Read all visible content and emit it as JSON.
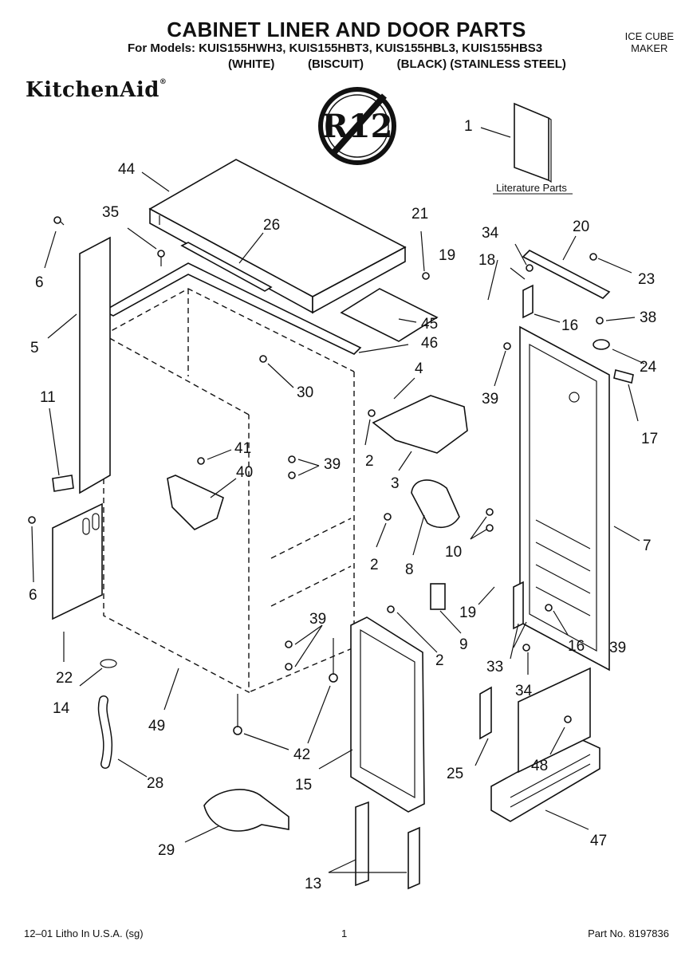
{
  "header": {
    "title": "CABINET LINER AND DOOR PARTS",
    "models_line": "For Models: KUIS155HWH3, KUIS155HBT3, KUIS155HBL3, KUIS155HBS3",
    "variants_line": "(WHITE)          (BISCUIT)          (BLACK) (STAINLESS STEEL)",
    "category_line1": "ICE CUBE",
    "category_line2": "MAKER"
  },
  "brand": {
    "logo": "KitchenAid",
    "reg": "®"
  },
  "badge": {
    "text": "R12"
  },
  "literature_label": "Literature Parts",
  "callouts": [
    {
      "id": "c1",
      "text": "1"
    },
    {
      "id": "c2a",
      "text": "2"
    },
    {
      "id": "c2b",
      "text": "2"
    },
    {
      "id": "c2c",
      "text": "2"
    },
    {
      "id": "c3",
      "text": "3"
    },
    {
      "id": "c4",
      "text": "4"
    },
    {
      "id": "c5",
      "text": "5"
    },
    {
      "id": "c6a",
      "text": "6"
    },
    {
      "id": "c6b",
      "text": "6"
    },
    {
      "id": "c7",
      "text": "7"
    },
    {
      "id": "c8",
      "text": "8"
    },
    {
      "id": "c9",
      "text": "9"
    },
    {
      "id": "c10",
      "text": "10"
    },
    {
      "id": "c11",
      "text": "11"
    },
    {
      "id": "c13",
      "text": "13"
    },
    {
      "id": "c14",
      "text": "14"
    },
    {
      "id": "c15",
      "text": "15"
    },
    {
      "id": "c16a",
      "text": "16"
    },
    {
      "id": "c16b",
      "text": "16"
    },
    {
      "id": "c17",
      "text": "17"
    },
    {
      "id": "c18",
      "text": "18"
    },
    {
      "id": "c19a",
      "text": "19"
    },
    {
      "id": "c19b",
      "text": "19"
    },
    {
      "id": "c20",
      "text": "20"
    },
    {
      "id": "c21",
      "text": "21"
    },
    {
      "id": "c22",
      "text": "22"
    },
    {
      "id": "c23",
      "text": "23"
    },
    {
      "id": "c24",
      "text": "24"
    },
    {
      "id": "c25",
      "text": "25"
    },
    {
      "id": "c26",
      "text": "26"
    },
    {
      "id": "c28",
      "text": "28"
    },
    {
      "id": "c29",
      "text": "29"
    },
    {
      "id": "c30",
      "text": "30"
    },
    {
      "id": "c33",
      "text": "33"
    },
    {
      "id": "c34a",
      "text": "34"
    },
    {
      "id": "c34b",
      "text": "34"
    },
    {
      "id": "c35",
      "text": "35"
    },
    {
      "id": "c38",
      "text": "38"
    },
    {
      "id": "c39a",
      "text": "39"
    },
    {
      "id": "c39b",
      "text": "39"
    },
    {
      "id": "c39c",
      "text": "39"
    },
    {
      "id": "c39d",
      "text": "39"
    },
    {
      "id": "c40",
      "text": "40"
    },
    {
      "id": "c41",
      "text": "41"
    },
    {
      "id": "c42",
      "text": "42"
    },
    {
      "id": "c44",
      "text": "44"
    },
    {
      "id": "c45",
      "text": "45"
    },
    {
      "id": "c46",
      "text": "46"
    },
    {
      "id": "c47",
      "text": "47"
    },
    {
      "id": "c48",
      "text": "48"
    },
    {
      "id": "c49",
      "text": "49"
    }
  ],
  "footer": {
    "left": "12–01 Litho In U.S.A. (sg)",
    "page": "1",
    "right": "Part No. 8197836"
  }
}
